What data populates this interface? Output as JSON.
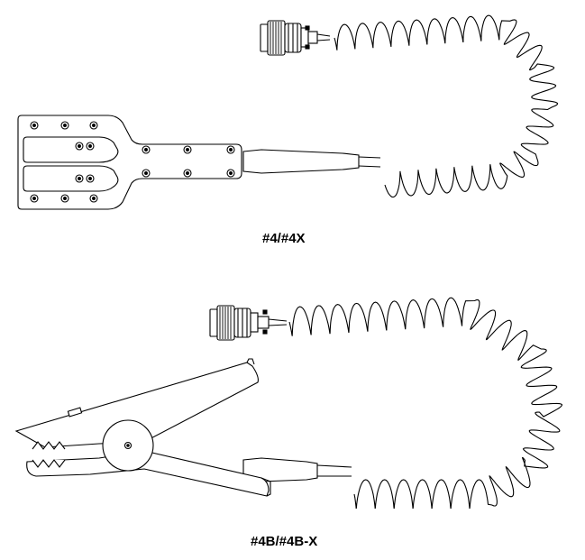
{
  "diagram": {
    "items": [
      {
        "label": "#4/#4X",
        "cable": "coiled",
        "connector": "circular-connector",
        "end": "flat-multi-contact-paddle"
      },
      {
        "label": "#4B/#4B-X",
        "cable": "coiled",
        "connector": "circular-connector",
        "end": "spring-clamp"
      }
    ],
    "colors": {
      "line": "#000000",
      "background": "#ffffff"
    }
  }
}
